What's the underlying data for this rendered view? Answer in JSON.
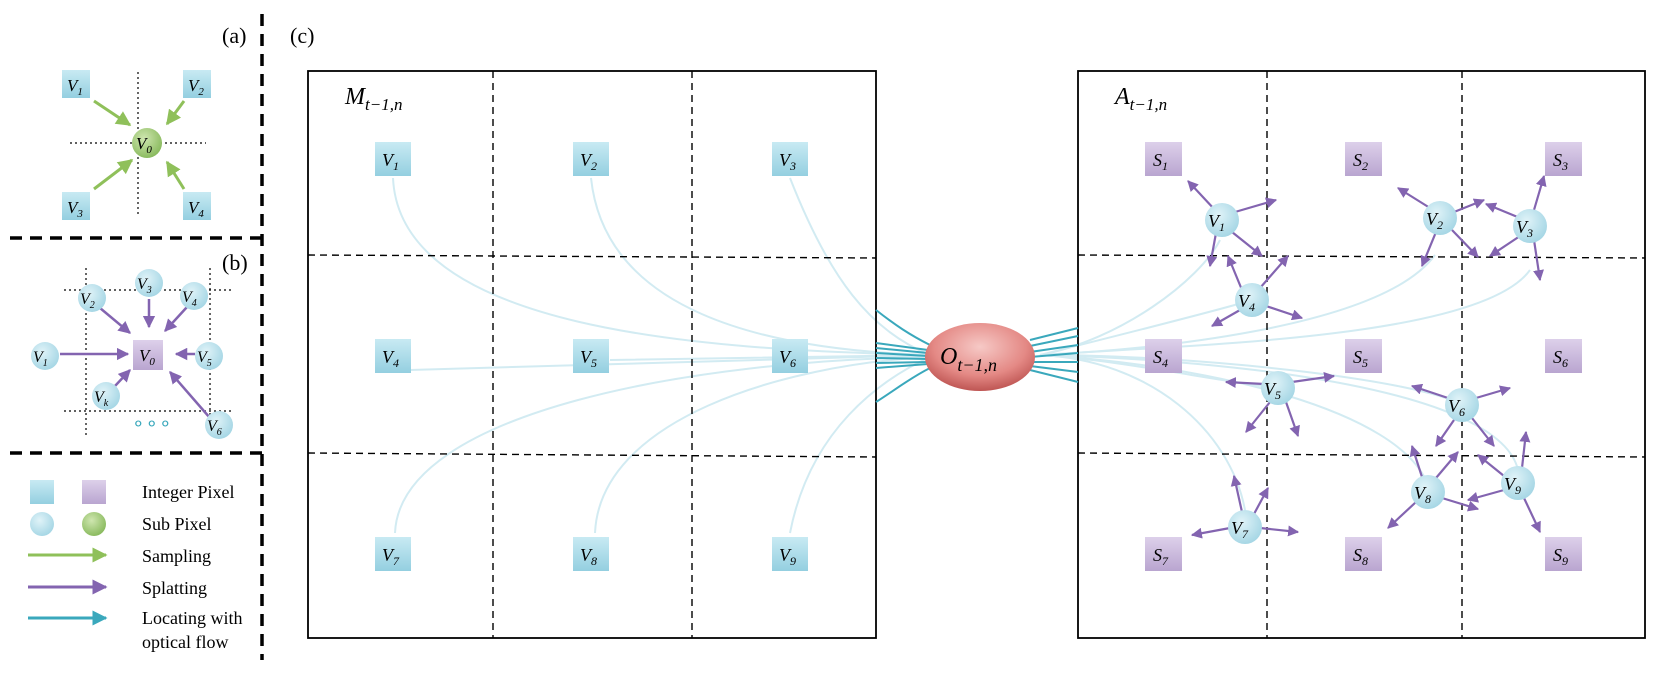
{
  "panel_labels": {
    "a": "(a)",
    "b": "(b)",
    "c": "(c)"
  },
  "panel_a": {
    "center": "V_0",
    "squares": [
      "V_1",
      "V_2",
      "V_3",
      "V_4"
    ]
  },
  "panel_b": {
    "center": "V_0",
    "circles": [
      "V_2",
      "V_3",
      "V_4",
      "V_1",
      "V_5",
      "V_k",
      "V_6"
    ],
    "ellipsis": "∘∘∘"
  },
  "legend": {
    "integer_pixel": "Integer Pixel",
    "sub_pixel": "Sub Pixel",
    "sampling": "Sampling",
    "splatting": "Splatting",
    "locating_line1": "Locating with",
    "locating_line2": "optical flow"
  },
  "left_grid": {
    "title_main": "M",
    "title_sub": "t−1,n",
    "cells": [
      "V_1",
      "V_2",
      "V_3",
      "V_4",
      "V_5",
      "V_6",
      "V_7",
      "V_8",
      "V_9"
    ]
  },
  "center_node": {
    "main": "O",
    "sub": "t−1,n"
  },
  "right_grid": {
    "title_main": "A",
    "title_sub": "t−1,n",
    "squares": [
      "S_1",
      "S_2",
      "S_3",
      "S_4",
      "S_5",
      "S_6",
      "S_7",
      "S_8",
      "S_9"
    ],
    "circles": [
      "V_1",
      "V_2",
      "V_3",
      "V_4",
      "V_5",
      "V_6",
      "V_7",
      "V_8",
      "V_9"
    ]
  },
  "colors": {
    "blue_square": "#a9dbe9",
    "blue_circle": "#bfe3ee",
    "purple_square": "#cdbcdc",
    "green": "#8fc05a",
    "sampling_arrow": "#8fc05a",
    "splat_arrow": "#8364b0",
    "locate_line": "#3aa8bc",
    "faint_curve": "#d5edf3",
    "node_red": "#d9706e"
  }
}
